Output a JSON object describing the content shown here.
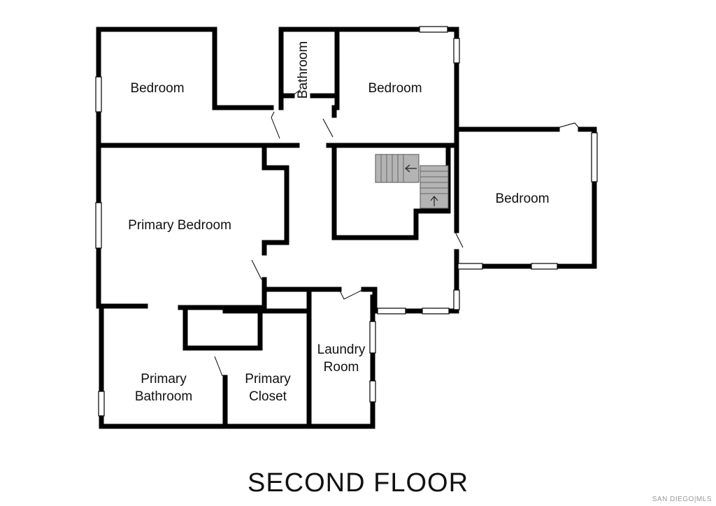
{
  "floor_title": "SECOND FLOOR",
  "watermark": "SAN DIEGO|MLS",
  "rooms": {
    "bedroom_nw": [
      "Bedroom"
    ],
    "bathroom": [
      "Bathroom"
    ],
    "bedroom_n": [
      "Bedroom"
    ],
    "bedroom_e": [
      "Bedroom"
    ],
    "primary_bedroom": [
      "Primary Bedroom"
    ],
    "primary_bathroom": [
      "Primary",
      "Bathroom"
    ],
    "primary_closet": [
      "Primary",
      "Closet"
    ],
    "laundry_room": [
      "Laundry",
      "Room"
    ]
  },
  "colors": {
    "wall": "#000000",
    "stairs": "#b4b4b4",
    "background": "#ffffff"
  }
}
